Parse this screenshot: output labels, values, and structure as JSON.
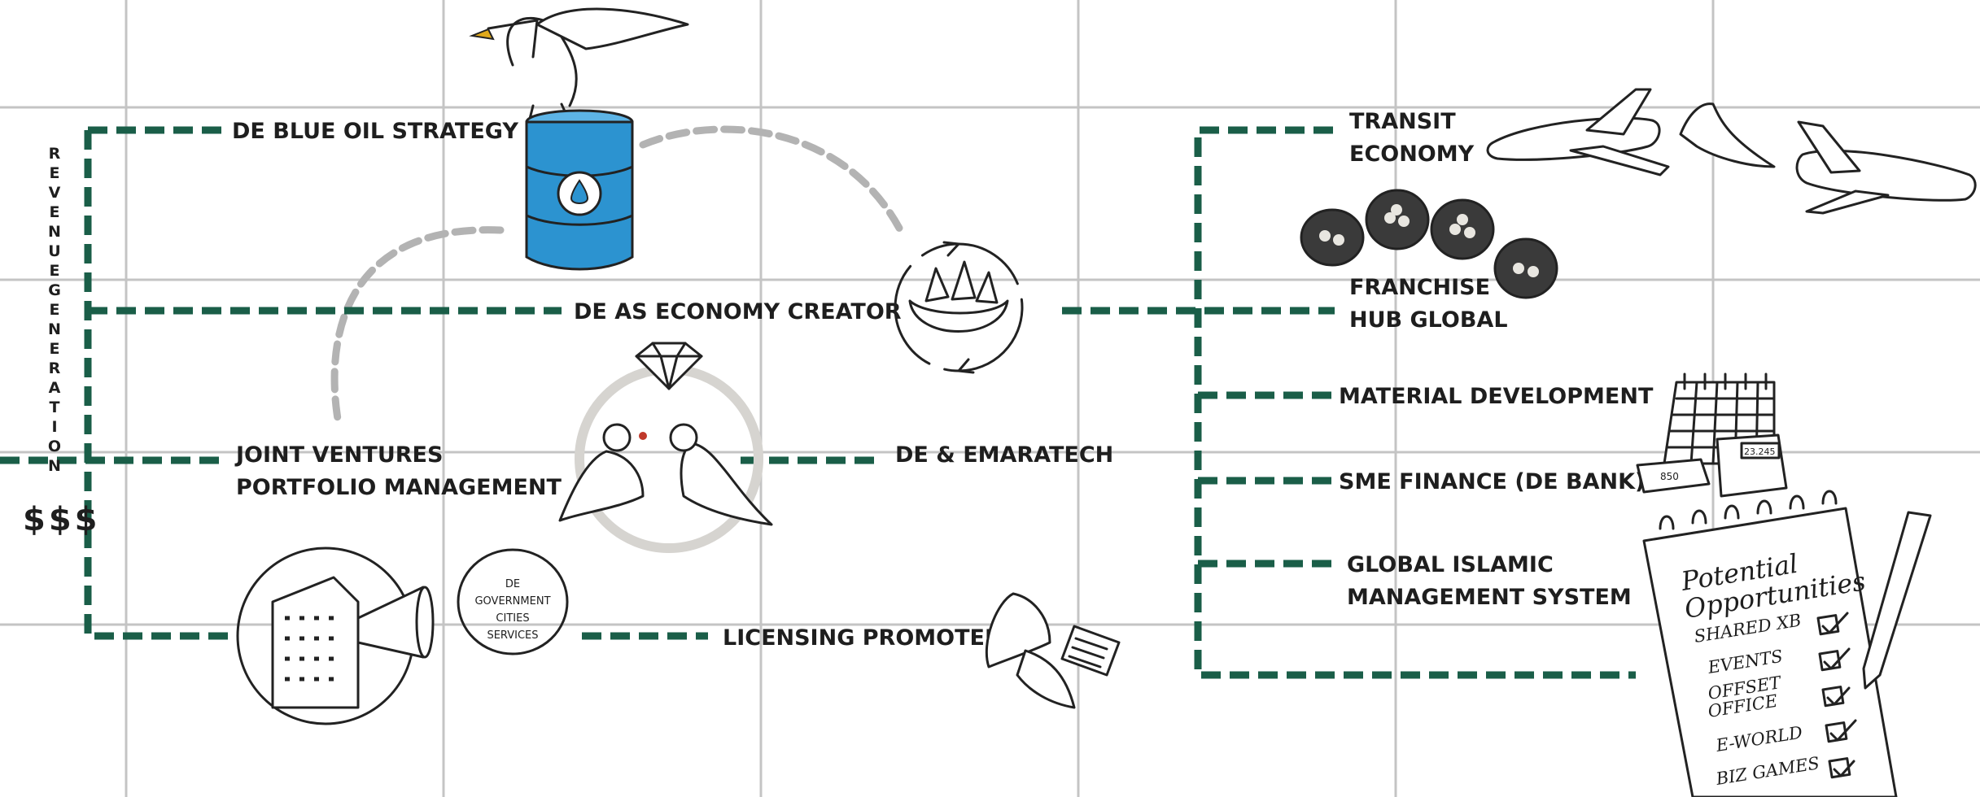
{
  "colors": {
    "connector": "#1a5e48",
    "arc": "#b3b3b3",
    "grid": "#c4c4c4",
    "barrel": "#2c93d0",
    "ink": "#222222"
  },
  "revenue_axis": {
    "vertical_label": [
      "R",
      "E",
      "V",
      "E",
      "N",
      "U",
      "E",
      "G",
      "E",
      "N",
      "E",
      "R",
      "A",
      "T",
      "I",
      "O",
      "N"
    ],
    "currency": "$$$"
  },
  "left_branches": {
    "blue_oil": "DE BLUE OIL STRATEGY",
    "economy_creator": "DE AS ECONOMY CREATOR",
    "jv_line1": "JOINT VENTURES",
    "jv_line2": "PORTFOLIO MANAGEMENT",
    "emaratech": "DE & EMARATECH",
    "licensing": "LICENSING PROMOTER"
  },
  "gov_bubble": [
    "DE",
    "GOVERNMENT",
    "CITIES",
    "SERVICES"
  ],
  "right_branches": {
    "transit_line1": "TRANSIT",
    "transit_line2": "ECONOMY",
    "franchise_line1": "FRANCHISE",
    "franchise_line2": "HUB GLOBAL",
    "material": "MATERIAL DEVELOPMENT",
    "sme": "SME FINANCE (DE BANK)",
    "islamic_line1": "GLOBAL ISLAMIC",
    "islamic_line2": "MANAGEMENT SYSTEM"
  },
  "notepad": {
    "title_line1": "Potential",
    "title_line2": "Opportunities",
    "items": [
      "SHARED XB",
      "EVENTS",
      "OFFSET",
      "OFFICE",
      "E-WORLD",
      "BIZ GAMES"
    ]
  },
  "calculator_screen": "23.245",
  "banknote_value": "850",
  "icons": [
    "eagle-on-barrel-icon",
    "water-drop-icon",
    "nest-cycle-icon",
    "bird-nests-icon",
    "diamond-ring-icon",
    "lovebirds-icon",
    "megaphone-building-icon",
    "dove-certificate-icon",
    "airplane-icon",
    "flying-bird-icon",
    "calendar-icon",
    "calculator-icon",
    "notepad-pen-icon"
  ]
}
